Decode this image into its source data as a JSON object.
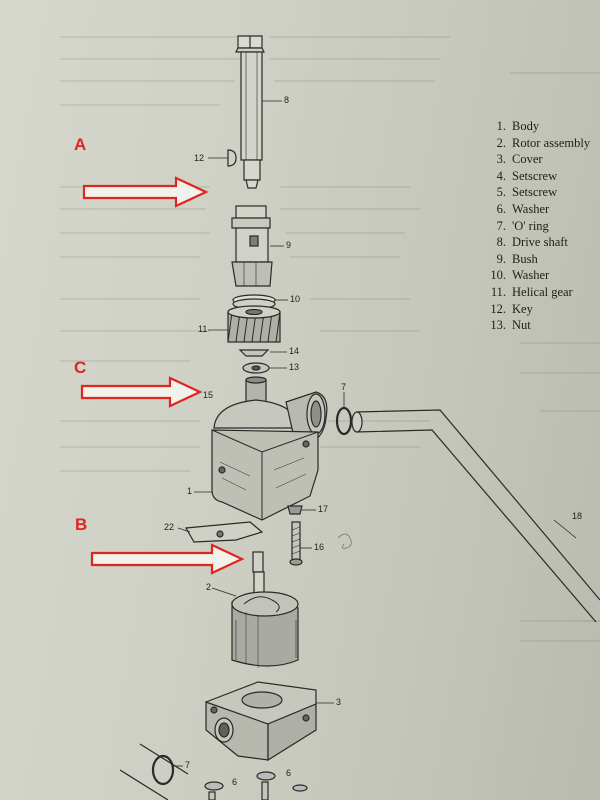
{
  "parts_list": [
    {
      "num": "1.",
      "name": "Body"
    },
    {
      "num": "2.",
      "name": "Rotor assembly"
    },
    {
      "num": "3.",
      "name": "Cover"
    },
    {
      "num": "4.",
      "name": "Setscrew"
    },
    {
      "num": "5.",
      "name": "Setscrew"
    },
    {
      "num": "6.",
      "name": "Washer"
    },
    {
      "num": "7.",
      "name": "'O' ring"
    },
    {
      "num": "8.",
      "name": "Drive shaft"
    },
    {
      "num": "9.",
      "name": "Bush"
    },
    {
      "num": "10.",
      "name": "Washer"
    },
    {
      "num": "11.",
      "name": "Helical gear"
    },
    {
      "num": "12.",
      "name": "Key"
    },
    {
      "num": "13.",
      "name": "Nut"
    }
  ],
  "markers": {
    "a": "A",
    "b": "B",
    "c": "C"
  },
  "callouts": {
    "c8": "8",
    "c12": "12",
    "c9": "9",
    "c10": "10",
    "c11": "11",
    "c14": "14",
    "c13": "13",
    "c15": "15",
    "c7": "7",
    "c1": "1",
    "c22": "22",
    "c17": "17",
    "c16": "16",
    "c2": "2",
    "c3": "3",
    "c18": "18",
    "c7b": "7",
    "c6a": "6",
    "c6b": "6"
  },
  "colors": {
    "arrow": "#e0251f",
    "ink": "#2a2a28",
    "paper": "#cfd1c6"
  }
}
